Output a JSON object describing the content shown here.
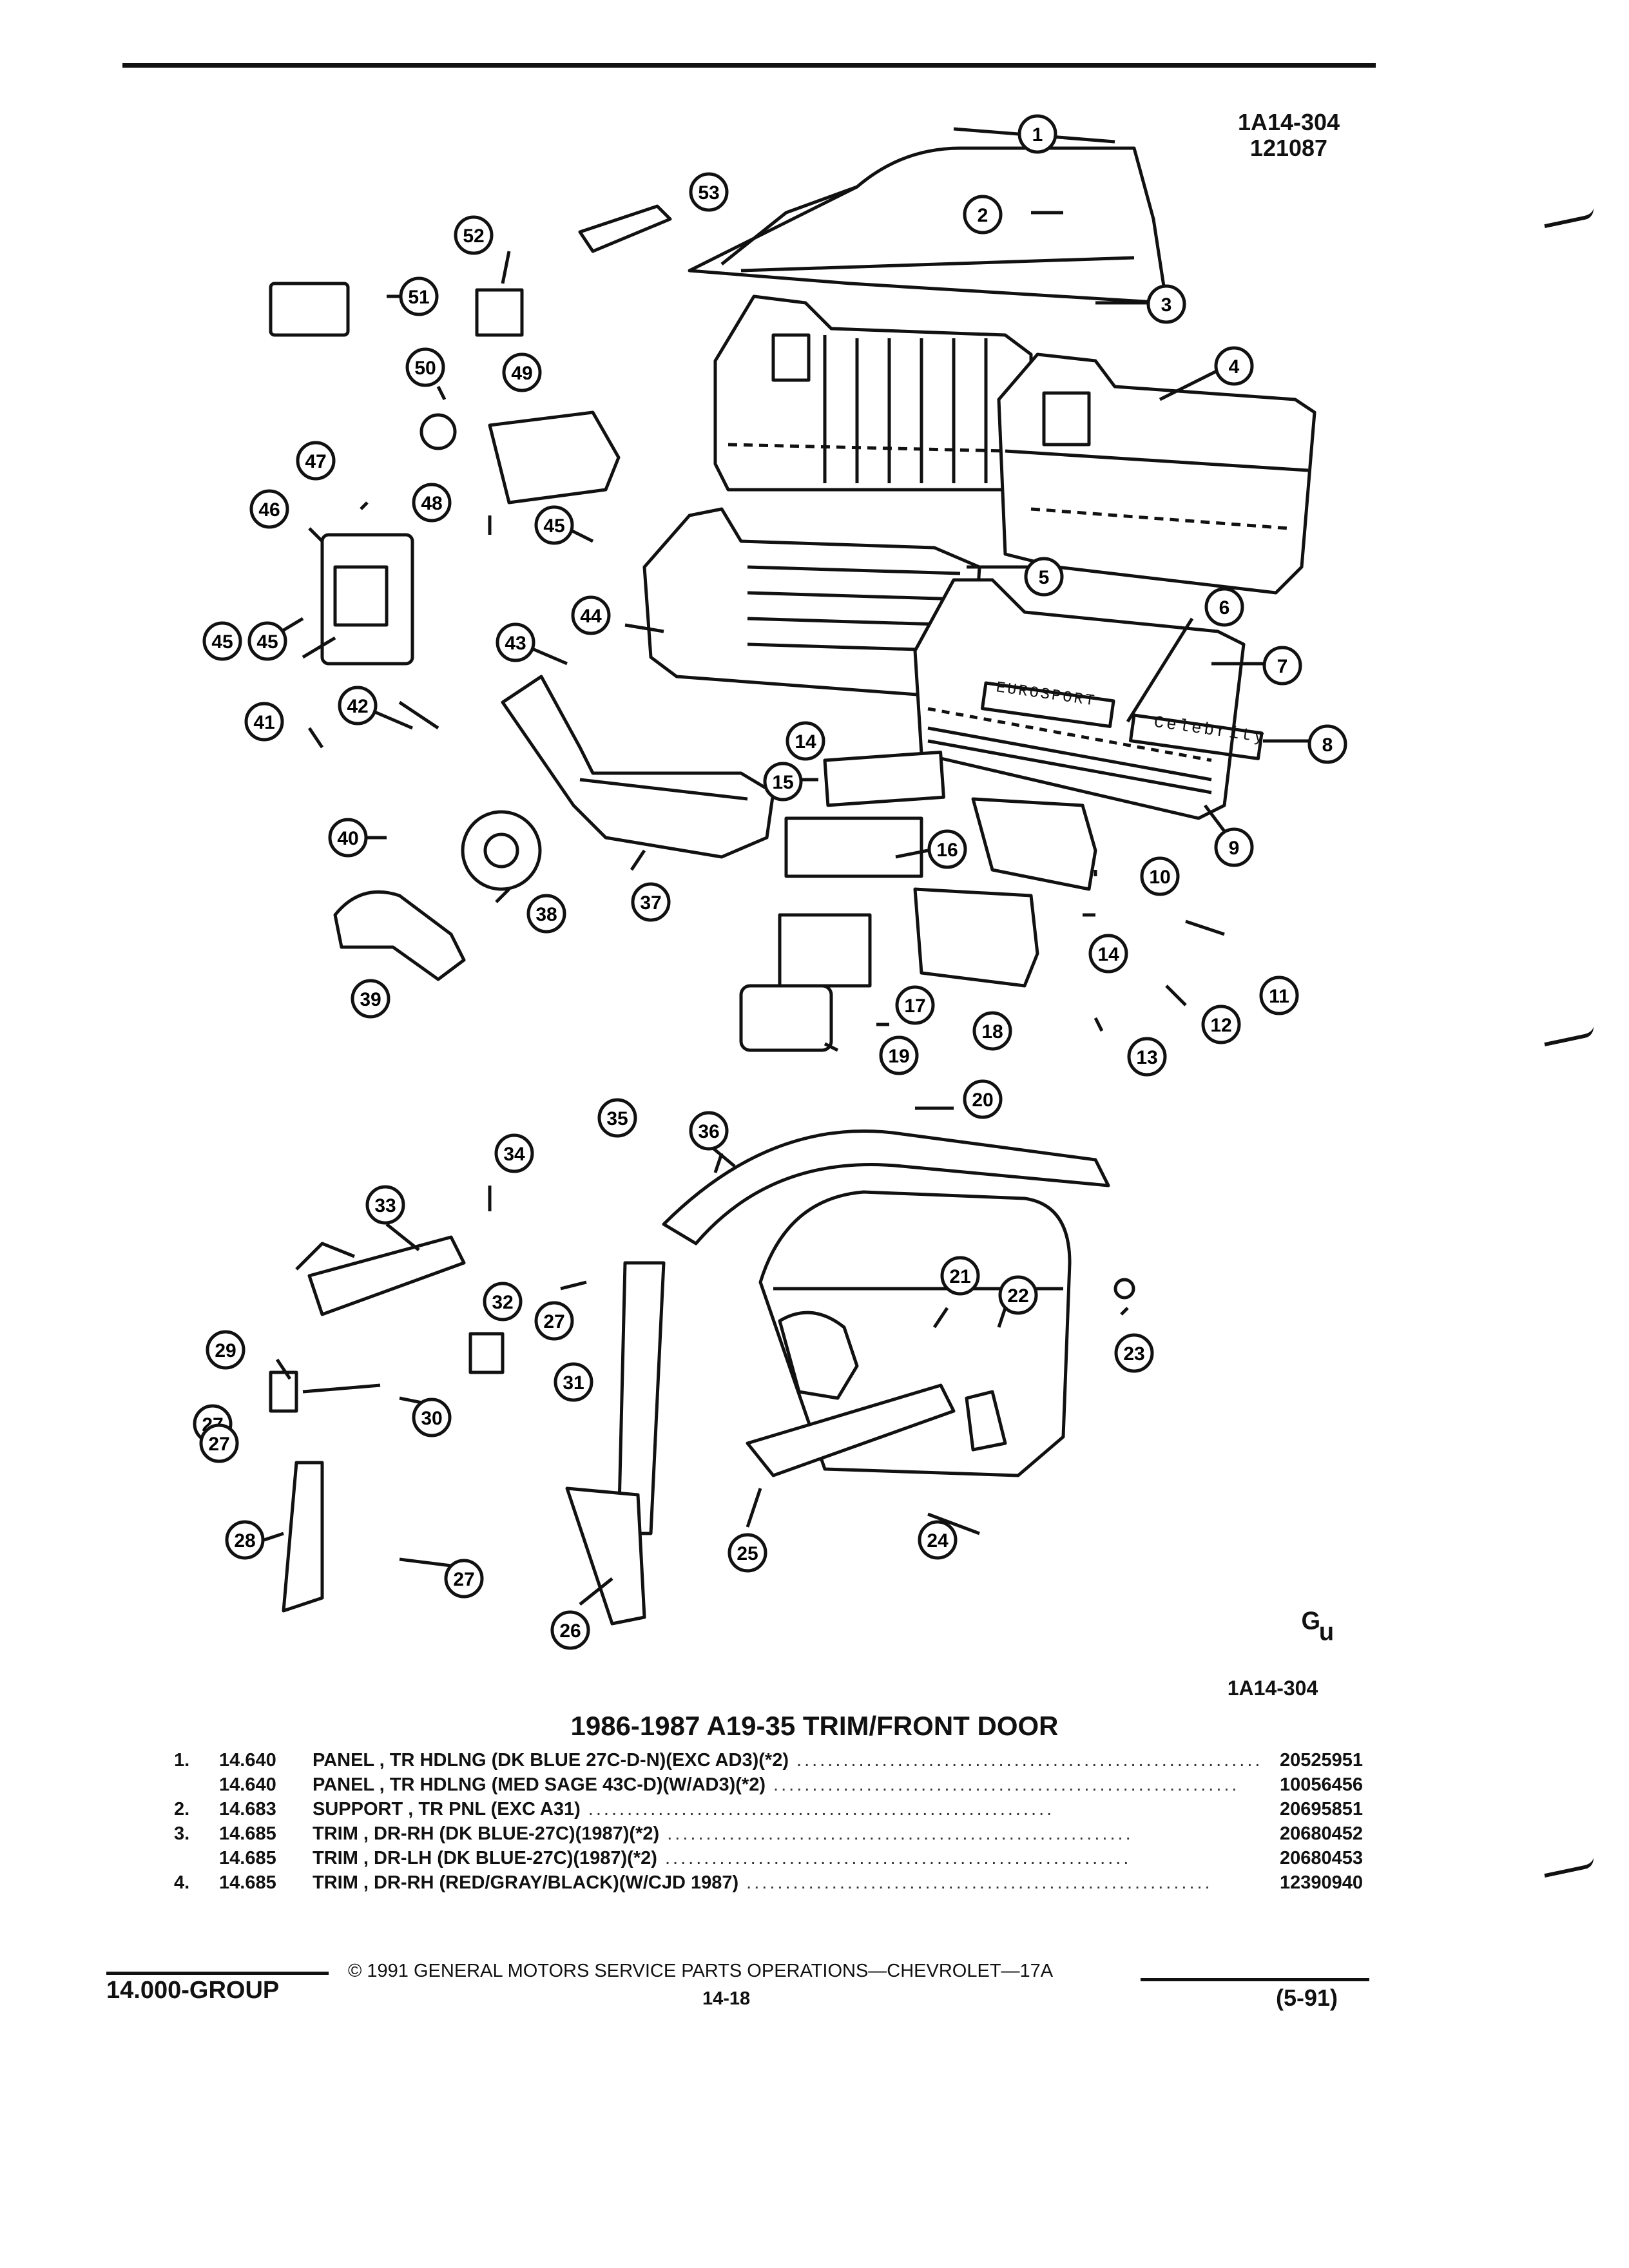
{
  "header": {
    "ref_code": "1A14-304",
    "serial": "121087"
  },
  "diagram": {
    "bottom_ref": "1A14-304",
    "logo_text": "ᴳᵤ",
    "badges": {
      "eurosport": "EUROSPORT",
      "celebrity": "Celebrity"
    },
    "callouts": [
      "1",
      "2",
      "3",
      "4",
      "5",
      "6",
      "7",
      "8",
      "9",
      "10",
      "11",
      "12",
      "13",
      "14",
      "14",
      "15",
      "16",
      "17",
      "18",
      "19",
      "20",
      "21",
      "22",
      "23",
      "24",
      "25",
      "26",
      "27",
      "27",
      "27",
      "27",
      "28",
      "29",
      "30",
      "31",
      "32",
      "33",
      "34",
      "35",
      "36",
      "37",
      "38",
      "39",
      "40",
      "41",
      "42",
      "43",
      "44",
      "45",
      "45",
      "45",
      "46",
      "47",
      "48",
      "49",
      "50",
      "51",
      "52",
      "53"
    ]
  },
  "title": "1986-1987 A19-35 TRIM/FRONT DOOR",
  "parts": [
    {
      "index": "1.",
      "group": "14.640",
      "description": "PANEL , TR HDLNG (DK BLUE 27C-D-N)(EXC AD3)(*2)",
      "part_number": "20525951"
    },
    {
      "index": "",
      "group": "14.640",
      "description": "PANEL , TR HDLNG (MED SAGE 43C-D)(W/AD3)(*2)",
      "part_number": "10056456"
    },
    {
      "index": "2.",
      "group": "14.683",
      "description": "SUPPORT , TR PNL (EXC A31)",
      "part_number": "20695851"
    },
    {
      "index": "3.",
      "group": "14.685",
      "description": "TRIM , DR-RH (DK BLUE-27C)(1987)(*2)",
      "part_number": "20680452"
    },
    {
      "index": "",
      "group": "14.685",
      "description": "TRIM , DR-LH (DK BLUE-27C)(1987)(*2)",
      "part_number": "20680453"
    },
    {
      "index": "4.",
      "group": "14.685",
      "description": "TRIM , DR-RH (RED/GRAY/BLACK)(W/CJD 1987)",
      "part_number": "12390940"
    }
  ],
  "footer": {
    "copyright": "© 1991 GENERAL MOTORS SERVICE PARTS OPERATIONS—CHEVROLET—17A",
    "group": "14.000-GROUP",
    "page": "14-18",
    "date": "(5-91)"
  }
}
